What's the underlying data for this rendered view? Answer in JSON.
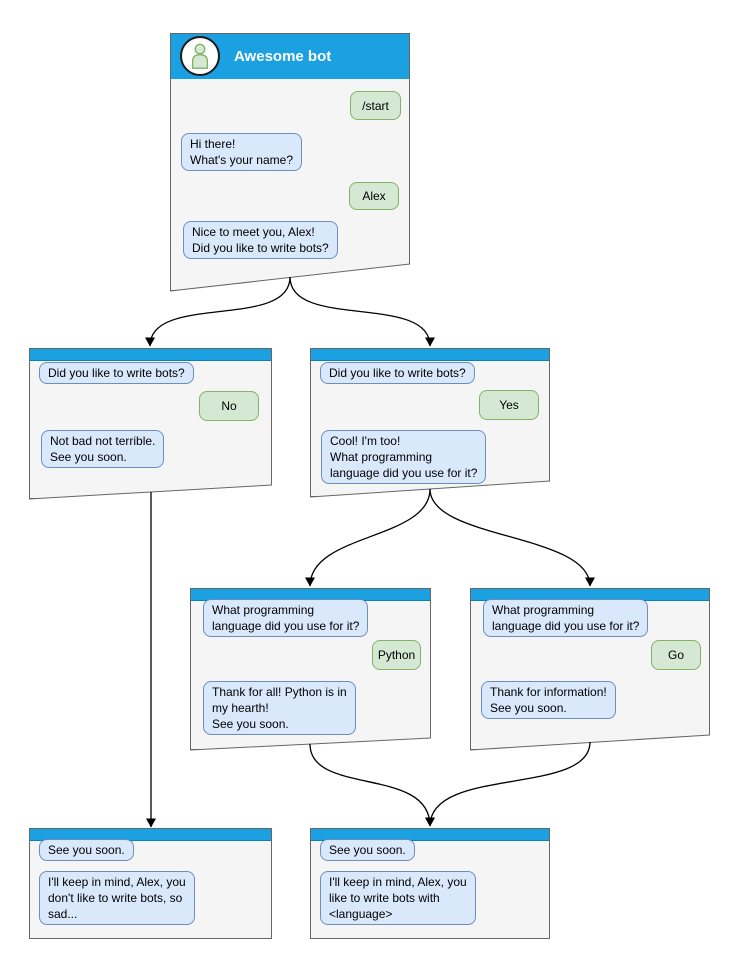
{
  "diagram": {
    "type": "chatbot-conversation-flow",
    "bot_title": "Awesome bot"
  },
  "colors": {
    "header_blue": "#1ba1e2",
    "header_border": "#0a7fb8",
    "bot_bubble_fill": "#dae8fc",
    "bot_bubble_border": "#6c8ebf",
    "user_bubble_fill": "#d5e8d4",
    "user_bubble_border": "#82b366",
    "window_fill": "#f5f5f5",
    "window_border": "#666666",
    "arrow": "#000000",
    "title_text": "#ffffff"
  },
  "windows": {
    "main": {
      "title": "Awesome bot",
      "avatar": "person-icon",
      "messages": [
        {
          "from": "user",
          "text": "/start"
        },
        {
          "from": "bot",
          "text": "Hi there!\nWhat's your name?"
        },
        {
          "from": "user",
          "text": "Alex"
        },
        {
          "from": "bot",
          "text": "Nice to meet you, Alex!\nDid you like to write bots?"
        }
      ]
    },
    "no_branch": {
      "messages": [
        {
          "from": "bot",
          "text": "Did you like to write bots?"
        },
        {
          "from": "user",
          "text": "No"
        },
        {
          "from": "bot",
          "text": "Not bad not terrible.\nSee you soon."
        }
      ]
    },
    "yes_branch": {
      "messages": [
        {
          "from": "bot",
          "text": "Did you like to write bots?"
        },
        {
          "from": "user",
          "text": "Yes"
        },
        {
          "from": "bot",
          "text": "Cool! I'm too!\nWhat programming\nlanguage did you use for it?"
        }
      ]
    },
    "python_branch": {
      "messages": [
        {
          "from": "bot",
          "text": "What programming\nlanguage did you use for it?"
        },
        {
          "from": "user",
          "text": "Python"
        },
        {
          "from": "bot",
          "text": "Thank for all! Python is in\nmy hearth!\nSee you soon."
        }
      ]
    },
    "go_branch": {
      "messages": [
        {
          "from": "bot",
          "text": "What programming\nlanguage did you use for it?"
        },
        {
          "from": "user",
          "text": "Go"
        },
        {
          "from": "bot",
          "text": "Thank for information!\nSee you soon."
        }
      ]
    },
    "end_no": {
      "messages": [
        {
          "from": "bot",
          "text": "See you soon."
        },
        {
          "from": "bot",
          "text": "I'll keep in mind, Alex, you\ndon't like to write bots, so\nsad..."
        }
      ]
    },
    "end_language": {
      "messages": [
        {
          "from": "bot",
          "text": "See you soon."
        },
        {
          "from": "bot",
          "text": "I'll keep in mind, Alex, you\nlike to write bots with\n<language>"
        }
      ]
    }
  },
  "connections": [
    {
      "from": "main",
      "to": "no_branch"
    },
    {
      "from": "main",
      "to": "yes_branch"
    },
    {
      "from": "no_branch",
      "to": "end_no"
    },
    {
      "from": "yes_branch",
      "to": "python_branch"
    },
    {
      "from": "yes_branch",
      "to": "go_branch"
    },
    {
      "from": "python_branch",
      "to": "end_language"
    },
    {
      "from": "go_branch",
      "to": "end_language"
    }
  ]
}
